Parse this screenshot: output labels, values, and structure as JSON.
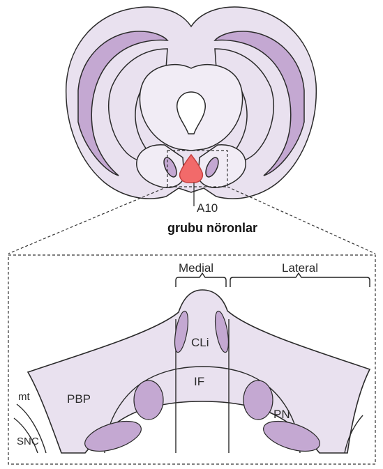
{
  "top_figure": {
    "a10_label": "A10",
    "caption": "grubu nöronlar"
  },
  "detail_figure": {
    "medial_label": "Medial",
    "lateral_label": "Lateral",
    "cli_label": "CLi",
    "if_label": "IF",
    "pbp_label": "PBP",
    "pn_label": "PN",
    "mt_label": "mt",
    "snc_label": "SNC"
  },
  "colors": {
    "tissue_fill": "#e9e1ef",
    "inner_fill": "#f1ecf5",
    "nucleus_fill": "#c4a8d2",
    "a10_highlight": "#f26a6a",
    "stroke": "#2a2a2a"
  }
}
